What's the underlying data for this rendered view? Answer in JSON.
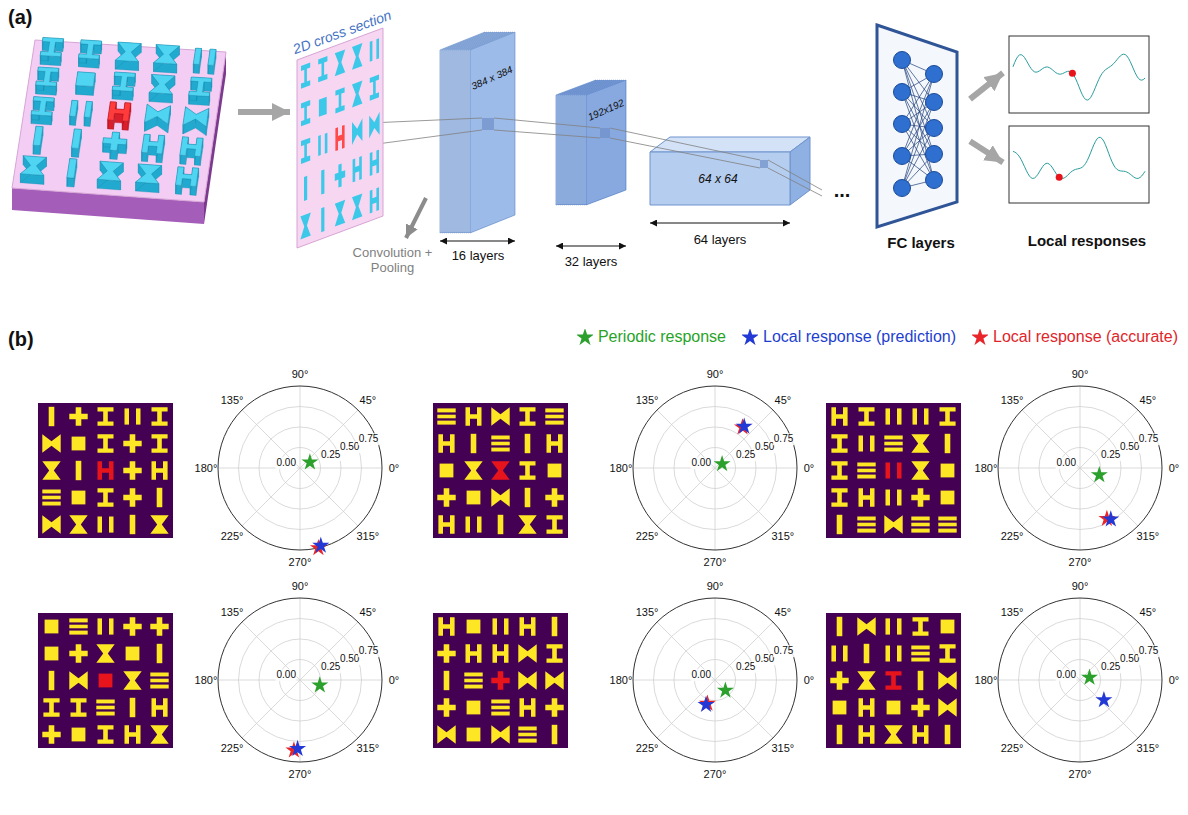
{
  "diagram": {
    "nodes": [
      {
        "text": [
          "2D cross section"
        ]
      },
      {
        "text": [
          "FC layers"
        ]
      },
      {
        "text": [
          "Local responses"
        ]
      }
    ],
    "edges": [
      {
        "from": 1,
        "to": 2,
        "arrow": "to"
      },
      {
        "from": 1,
        "to": 2,
        "arrow": "to"
      }
    ],
    "labels": [
      "(a)",
      "384 x 384",
      "16 layers",
      "192x192",
      "32 layers",
      "64 x 64",
      "64 layers",
      "Convolution + Pooling",
      "...",
      "(b)",
      "90°",
      "45°",
      "0°",
      "315°",
      "270°",
      "225°",
      "180°",
      "135°",
      "0.00",
      "0.25",
      "0.50",
      "0.75",
      "90°",
      "45°",
      "0°",
      "315°",
      "270°",
      "225°",
      "180°",
      "135°",
      "0.00",
      "0.25",
      "0.50",
      "0.75",
      "90°",
      "45°",
      "0°",
      "315°",
      "270°",
      "225°",
      "180°",
      "135°",
      "0.00",
      "0.25",
      "0.50",
      "0.75",
      "90°",
      "45°",
      "0°",
      "315°",
      "270°",
      "225°",
      "180°",
      "135°",
      "0.00",
      "0.25",
      "0.50",
      "0.75",
      "90°",
      "45°",
      "0°",
      "315°",
      "270°",
      "225°",
      "180°",
      "135°",
      "0.00",
      "0.25",
      "0.50",
      "0.75",
      "90°",
      "45°",
      "0°",
      "315°",
      "270°",
      "225°",
      "180°",
      "135°",
      "0.00",
      "0.25",
      "0.50",
      "0.75"
    ],
    "legend": [
      {
        "text": "Periodic response"
      },
      {
        "text": "Local response (prediction)"
      },
      {
        "text": "Local response (accurate)"
      }
    ]
  }
}
